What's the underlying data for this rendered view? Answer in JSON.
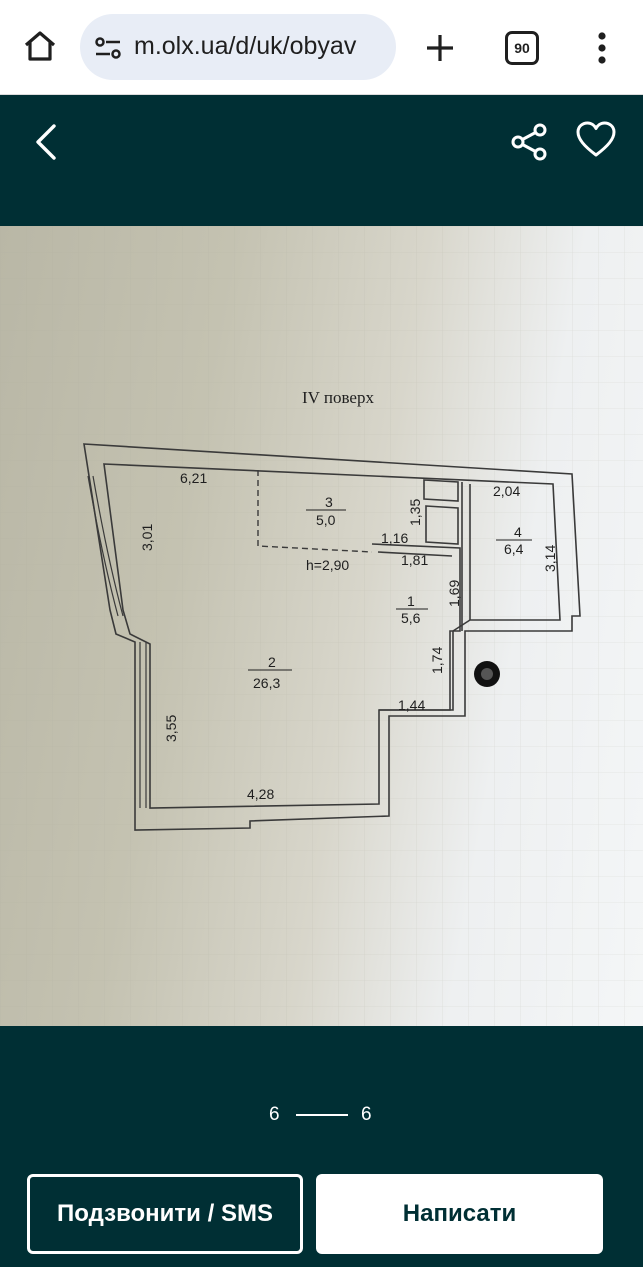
{
  "browser": {
    "url": "m.olx.ua/d/uk/obyav",
    "tab_count": "90"
  },
  "photo": {
    "floor_label": "IV поверх",
    "height_label": "h=2,90",
    "rooms": [
      {
        "number": "1",
        "area": "5,6"
      },
      {
        "number": "2",
        "area": "26,3"
      },
      {
        "number": "3",
        "area": "5,0"
      },
      {
        "number": "4",
        "area": "6,4"
      }
    ],
    "dimensions": [
      "6,21",
      "3,01",
      "1,35",
      "1,16",
      "1,81",
      "2,04",
      "3,14",
      "1,69",
      "1,74",
      "1,44",
      "3,55",
      "4,28"
    ]
  },
  "pager": {
    "current": "6",
    "total": "6"
  },
  "actions": {
    "call_label": "Подзвонити / SMS",
    "write_label": "Написати"
  },
  "colors": {
    "brand_dark": "#002f34",
    "white": "#ffffff"
  },
  "icons": [
    "home-icon",
    "tune-icon",
    "plus-icon",
    "tabs-icon",
    "more-vert-icon",
    "back-icon",
    "share-icon",
    "heart-icon"
  ]
}
